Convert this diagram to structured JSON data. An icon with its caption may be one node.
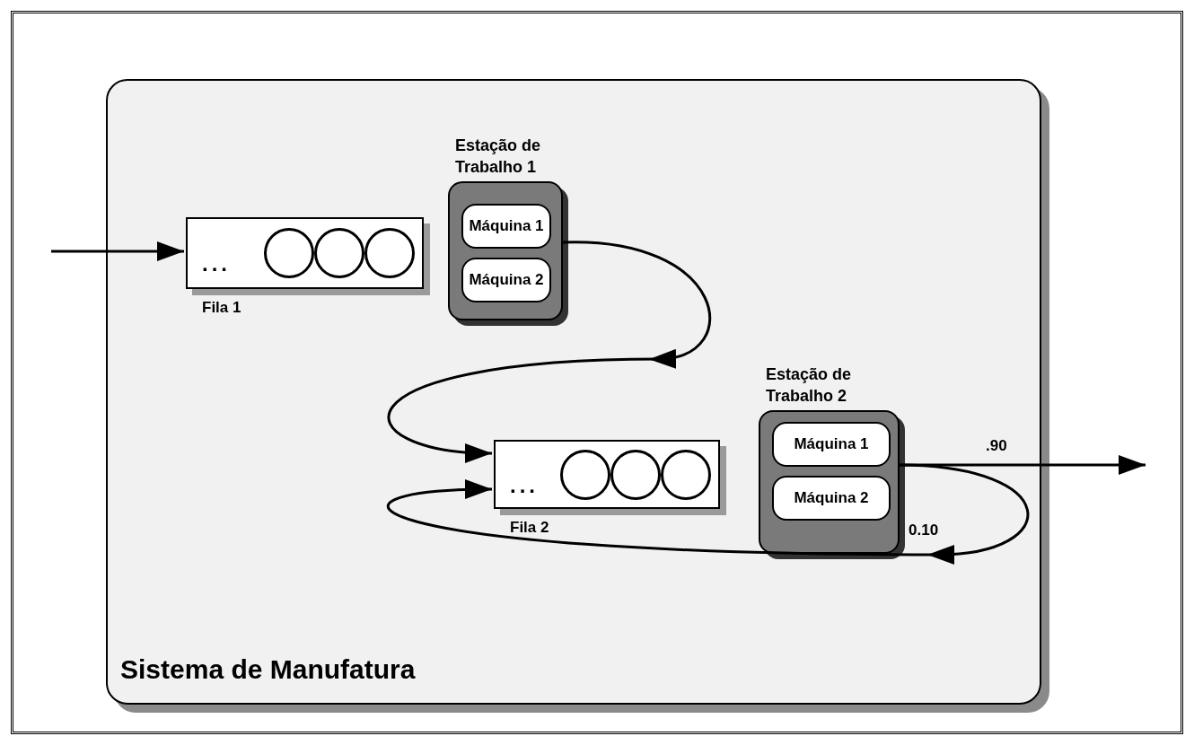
{
  "diagram": {
    "nodes": [
      {
        "text": [
          "Sistema de Manufatura"
        ]
      },
      {
        "text": [
          "..."
        ],
        "beside": [
          "Fila 1"
        ],
        "in": 0
      },
      {
        "text": [
          "Estação de Trabalho 1"
        ],
        "in": 0
      },
      {
        "text": [
          "Máquina 1"
        ],
        "in": 2
      },
      {
        "text": [
          "Máquina 2"
        ],
        "in": 2
      },
      {
        "text": [
          "..."
        ],
        "beside": [
          "Fila 2"
        ],
        "in": 0
      },
      {
        "text": [
          "Estação de Trabalho 2"
        ],
        "in": 0
      },
      {
        "text": [
          "Máquina 1"
        ],
        "in": 6
      },
      {
        "text": [
          "Máquina 2"
        ],
        "in": 6
      }
    ],
    "edges": [
      {
        "from": null,
        "to": 1,
        "arrow": "to"
      },
      {
        "from": 2,
        "to": 5,
        "arrow": "to"
      },
      {
        "from": 6,
        "to": null,
        "arrow": "to",
        "label": ".90"
      },
      {
        "from": 6,
        "to": 5,
        "arrow": "to",
        "label": "0.10"
      }
    ]
  }
}
